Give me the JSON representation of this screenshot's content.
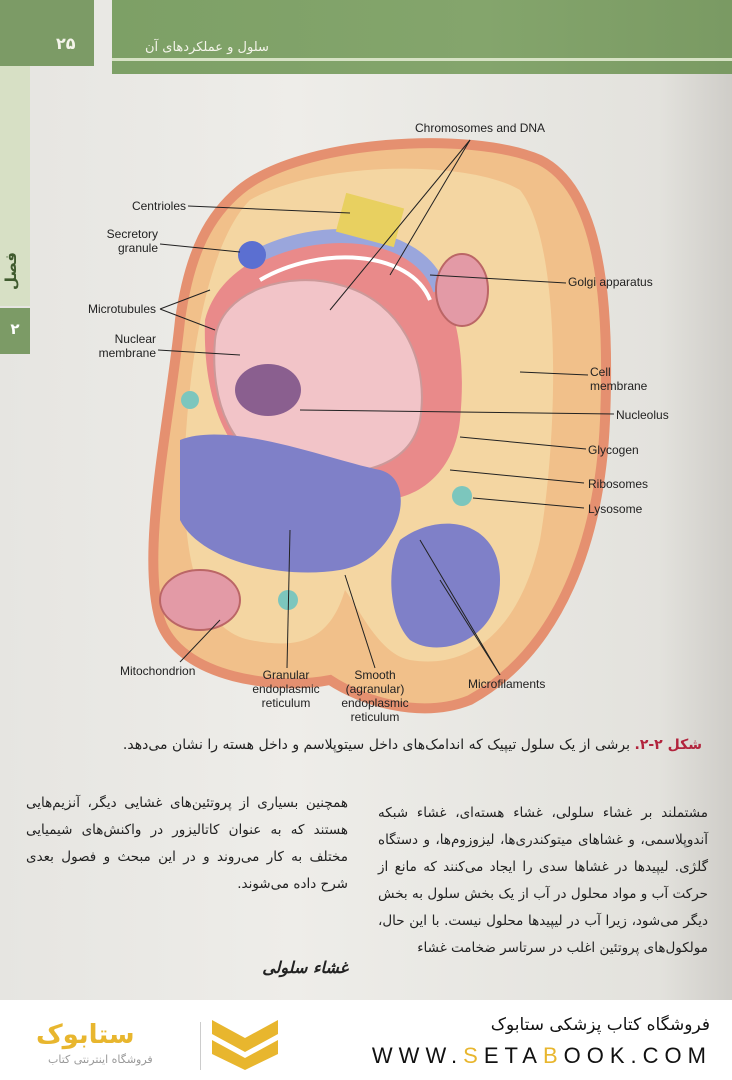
{
  "header": {
    "page_number": "۲۵",
    "running_title": "سلول و عملکردهای آن"
  },
  "side_tab": {
    "label": "فصل",
    "number": "۲"
  },
  "figure": {
    "labels": {
      "chromosomes": "Chromosomes and DNA",
      "centrioles": "Centrioles",
      "secretory": "Secretory granule",
      "microtubules": "Microtubules",
      "nuclear_membrane": "Nuclear membrane",
      "golgi": "Golgi apparatus",
      "cell_membrane": "Cell membrane",
      "nucleolus": "Nucleolus",
      "glycogen": "Glycogen",
      "ribosomes": "Ribosomes",
      "lysosome": "Lysosome",
      "mitochondrion": "Mitochondrion",
      "granular_er": "Granular endoplasmic reticulum",
      "smooth_er": "Smooth (agranular) endoplasmic reticulum",
      "microfilaments": "Microfilaments"
    },
    "caption_label": "شکل ۲-۲.",
    "caption_text": "برشی از یک سلول تیپیک که اندامک‌های داخل سیتوپلاسم و داخل هسته را نشان می‌دهد."
  },
  "body": {
    "right_column": "مشتملند بر غشاء سلولی، غشاء هسته‌ای، غشاء شبکه آندوپلاسمی، و غشاهای میتوکندری‌ها، لیزوزوم‌ها، و دستگاه گلژی. لیپیدها در غشاها سدی را ایجاد می‌کنند که مانع از حرکت آب و مواد محلول در آب از یک بخش سلول به بخش دیگر می‌شود، زیرا آب در لیپیدها محلول نیست. با این حال، مولکول‌های پروتئین اغلب در سرتاسر ضخامت غشاء",
    "left_column": "همچنین بسیاری از پروتئین‌های غشایی دیگر، آنزیم‌هایی هستند که به عنوان کاتالیزور در واکنش‌های شیمیایی مختلف به کار می‌روند و در این مبحث و فصول بعدی شرح داده می‌شوند.",
    "subheading": "غشاء سلولی"
  },
  "footer": {
    "shop_name": "فروشگاه کتاب پزشکی ستابوک",
    "url_parts": [
      "WWW.",
      "S",
      "ETA",
      "B",
      "OOK.COM"
    ],
    "logo_text": "ستابوک",
    "logo_subtitle": "فروشگاه اینترنتی کتاب",
    "accent_color": "#e8b62e"
  }
}
